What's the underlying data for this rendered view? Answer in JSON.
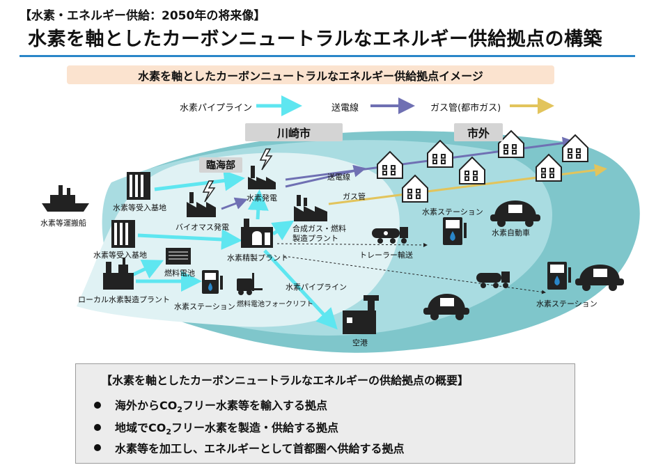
{
  "header": {
    "kicker": "【水素・エネルギー供給：2050年の将来像】",
    "title": "水素を軸としたカーボンニュートラルなエネルギー供給拠点の構築"
  },
  "diagram": {
    "subtitle": "水素を軸としたカーボンニュートラルなエネルギー供給拠点イメージ",
    "legend": {
      "pipeline": "水素パイプライン",
      "power_line": "送電線",
      "gas_pipe": "ガス管(都市ガス)"
    },
    "regions": {
      "kawasaki": "川崎市",
      "outside": "市外",
      "coastal": "臨海部"
    },
    "nodes": {
      "ship": "水素等運搬船",
      "terminal1": "水素等受入基地",
      "terminal2": "水素等受入基地",
      "local_plant": "ローカル水素製造プラント",
      "fuel_cell": "燃料電池",
      "station_local": "水素ステーション",
      "forklift": "燃料電池フォークリフト",
      "biomass": "バイオマス発電",
      "h2_power": "水素発電",
      "refinery": "水素精製プラント",
      "synth_gas": "合成ガス・燃料\n製造プラント",
      "trailer": "トレーラー輸送",
      "pipeline_lbl": "水素パイプライン",
      "airport": "空港",
      "power_line_lbl": "送電線",
      "gas_pipe_lbl": "ガス管",
      "station_mid": "水素ステーション",
      "fcv": "水素自動車",
      "station_far": "水素ステーション"
    }
  },
  "summary": {
    "title": "【水素を軸としたカーボンニュートラルなエネルギーの供給拠点の概要】",
    "bullets": [
      {
        "pre": "海外からCO",
        "sub": "2",
        "post": "フリー水素等を輸入する拠点"
      },
      {
        "pre": "地域でCO",
        "sub": "2",
        "post": "フリー水素を製造・供給する拠点"
      },
      {
        "pre": "水素等を加工し、エネルギーとして首都圏へ供給する拠点",
        "sub": "",
        "post": ""
      }
    ]
  },
  "colors": {
    "accent_rule": "#2a86c8",
    "pipeline": "#5ee6f0",
    "power_line": "#6f70b3",
    "gas_pipe": "#e2c45c",
    "region_inner": "#dff1f3",
    "region_mid": "#a9dce1",
    "region_outer": "#78c2c7"
  }
}
